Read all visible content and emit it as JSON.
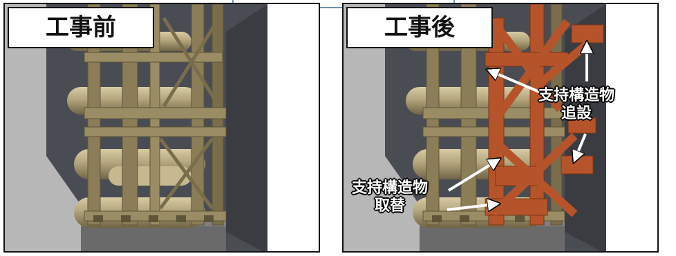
{
  "panels": {
    "before": {
      "label": "工事前"
    },
    "after": {
      "label": "工事後",
      "annotations": {
        "added": "支持構造物\n追設",
        "replaced": "支持構造物\n取替"
      }
    }
  },
  "colors": {
    "frame": "#8b7d57",
    "pipe": "#a89870",
    "new_member": "#b5542a",
    "wall": "#484b52",
    "floor": "#9b9b9b",
    "base": "#6a6a6a"
  }
}
